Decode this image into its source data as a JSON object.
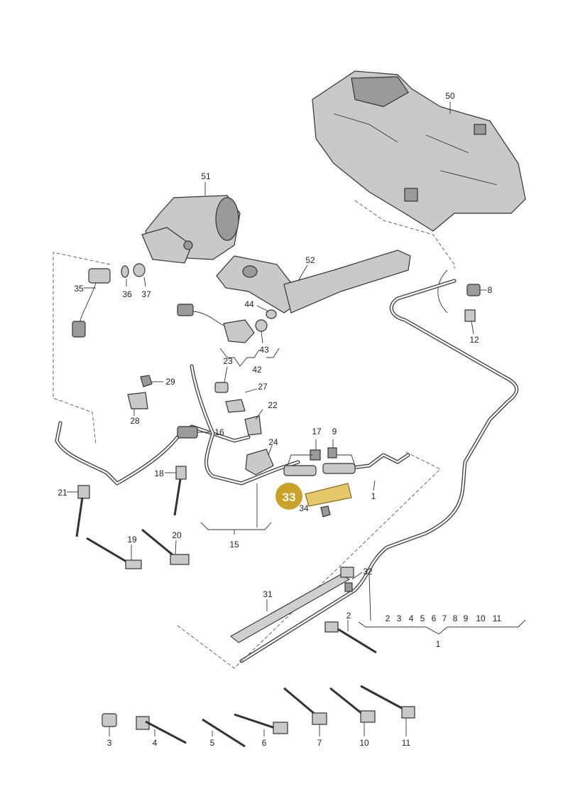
{
  "labels": {
    "l50": "50",
    "l51": "51",
    "l52": "52",
    "l35": "35",
    "l36": "36",
    "l37": "37",
    "l44": "44",
    "l43": "43",
    "l42": "42",
    "l8": "8",
    "l12": "12",
    "l29": "29",
    "l23": "23",
    "l27": "27",
    "l28": "28",
    "l22": "22",
    "l16": "16",
    "l17": "17",
    "l9": "9",
    "l24": "24",
    "l18": "18",
    "l21": "21",
    "l33": "33",
    "l34": "34",
    "l1a": "1",
    "l15": "15",
    "l19": "19",
    "l20": "20",
    "l32": "32",
    "l31": "31",
    "l2": "2",
    "l1b": "1",
    "l3": "3",
    "l4": "4",
    "l5": "5",
    "l6": "6",
    "l7": "7",
    "l10": "10",
    "l11": "11"
  },
  "group_list": [
    "2",
    "3",
    "4",
    "5",
    "6",
    "7",
    "8",
    "9",
    "10",
    "11"
  ],
  "highlight": {
    "number": "33",
    "color": "#c9a227"
  }
}
